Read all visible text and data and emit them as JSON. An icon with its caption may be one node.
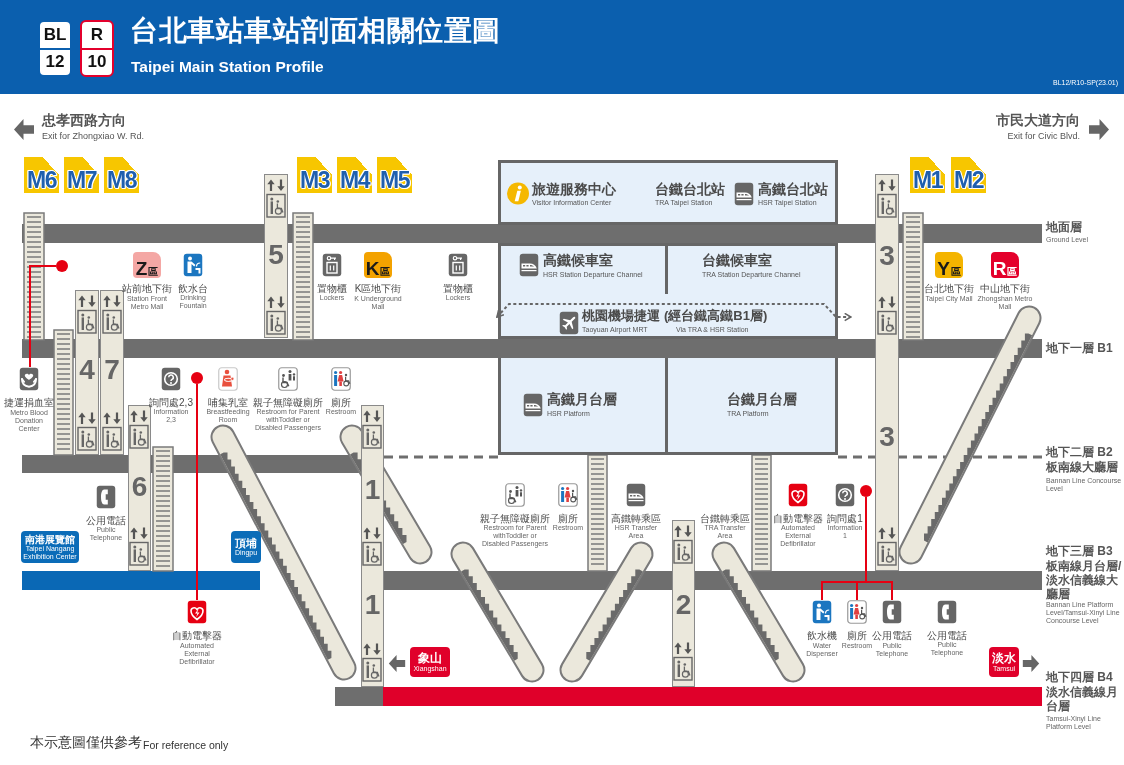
{
  "diagram": {
    "title": "台北車站車站剖面相關位置圖",
    "nodes": [
      {
        "text": [
          "BL",
          "12"
        ]
      },
      {
        "text": [
          "R",
          "10"
        ]
      },
      {
        "text": [
          "M6"
        ]
      },
      {
        "text": [
          "M7"
        ]
      },
      {
        "text": [
          "M8"
        ]
      },
      {
        "text": [
          "M3"
        ]
      },
      {
        "text": [
          "M4"
        ]
      },
      {
        "text": [
          "M5"
        ]
      },
      {
        "text": [
          "M1"
        ]
      },
      {
        "text": [
          "M2"
        ]
      },
      {
        "text": [
          "旅遊服務中心",
          "Visitor Information Center",
          "台鐵台北站",
          "TRA Taipei Station",
          "高鐵台北站",
          "HSR Taipei Station"
        ]
      },
      {
        "text": [
          "5"
        ]
      },
      {
        "text": [
          "3",
          "3"
        ]
      },
      {
        "text": [],
        "shape": "circle"
      },
      {
        "text": [
          "Z",
          "區"
        ],
        "beside": [
          "站前地下街",
          "Station Front Metro Mall"
        ]
      },
      {
        "text": [
          "K",
          "區"
        ],
        "beside": [
          "K區地下街",
          "K Underground Mall"
        ]
      },
      {
        "text": [
          "桃園機場捷運",
          "(經台鐵高鐵B1層)",
          "Taoyuan Airport MRT",
          "Via TRA & HSR Station"
        ]
      },
      {
        "text": [
          "高鐵候車室",
          "HSR Station Departure Channel"
        ],
        "in": 16
      },
      {
        "text": [
          "台鐵候車室",
          "TRA Station Departure Channel"
        ],
        "in": 16
      },
      {
        "text": [
          "Y",
          "區"
        ],
        "beside": [
          "台北地下街",
          "Taipei City Mall"
        ]
      },
      {
        "text": [
          "R",
          "區"
        ],
        "beside": [
          "中山地下街",
          "Zhongshan Metro Mall"
        ]
      },
      {
        "text": [
          "4"
        ]
      },
      {
        "text": [
          "7"
        ]
      },
      {
        "text": [
          "捷運捐血室",
          "Metro Blood Donation Center"
        ]
      },
      {
        "text": [],
        "shape": "circle"
      },
      {
        "text": [
          "高鐵月台層",
          "HSR Platform"
        ]
      },
      {
        "text": [
          "台鐵月台層",
          "TRA Platform"
        ]
      },
      {
        "text": [
          "6"
        ]
      },
      {
        "text": [
          "1",
          "1"
        ]
      },
      {
        "text": [],
        "shape": "circle"
      },
      {
        "text": [
          "南港展覽館",
          "Taipei Nangang Exhibition Center"
        ]
      },
      {
        "text": [
          "頂埔",
          "Dingpu"
        ]
      },
      {
        "text": [
          "2"
        ]
      },
      {
        "text": [
          "自動電擊器",
          "Automated External Defibrillator"
        ]
      },
      {
        "text": [
          "象山",
          "Xiangshan"
        ]
      },
      {
        "text": [
          "飲水機",
          "Water Dispenser"
        ]
      },
      {
        "text": [
          "廁所",
          "Restroom"
        ]
      },
      {
        "text": [
          "公用電話",
          "Public Telephone"
        ]
      },
      {
        "text": [
          "淡水",
          "Tamsui"
        ]
      }
    ],
    "edges": [
      {
        "from": 13,
        "to": 23,
        "arrow": "none"
      },
      {
        "from": 24,
        "to": 33,
        "arrow": "none"
      },
      {
        "from": 29,
        "to": 35,
        "arrow": "none"
      },
      {
        "from": 29,
        "to": 36,
        "arrow": "none"
      },
      {
        "from": 29,
        "to": 37,
        "arrow": "none"
      }
    ],
    "labels": [
      "Taipei Main Station Profile",
      "BL12/R10-SP(23.01)",
      "忠孝西路方向",
      "Exit for Zhongxiao W. Rd.",
      "市民大道方向",
      "Exit for Civic Blvd.",
      "地面層",
      "Ground Level",
      "飲水台",
      "Drinking Fountain",
      "置物櫃",
      "Lockers",
      "置物櫃",
      "Lockers",
      "地下一層 B1",
      "詢問處2,3",
      "Information 2,3",
      "哺集乳室",
      "Breastfeeding Room",
      "親子無障礙廁所",
      "Restroom for Parent withToddler or Disabled Passengers",
      "廁所",
      "Restroom",
      "地下二層 B2",
      "板南線大廳層",
      "Bannan Line Concourse Level",
      "公用電話",
      "Public Telephone",
      "親子無障礙廁所",
      "Restroom for Parent withToddler or Disabled Passengers",
      "廁所",
      "Restroom",
      "高鐵轉乘區",
      "HSR Transfer Area",
      "台鐵轉乘區",
      "TRA Transfer Area",
      "自動電擊器",
      "Automated External Defibrillator",
      "詢問處1",
      "Information 1",
      "地下三層 B3",
      "板南線月台層/淡水信義線大廳層",
      "Bannan Line Platform Level/Tamsui-Xinyi Line Concourse Level",
      "公用電話",
      "Public Telephone",
      "地下四層 B4",
      "淡水信義線月台層",
      "Tamsui-Xinyi Line Platform Level",
      "本示意圖僅供參考",
      "For reference only"
    ]
  }
}
